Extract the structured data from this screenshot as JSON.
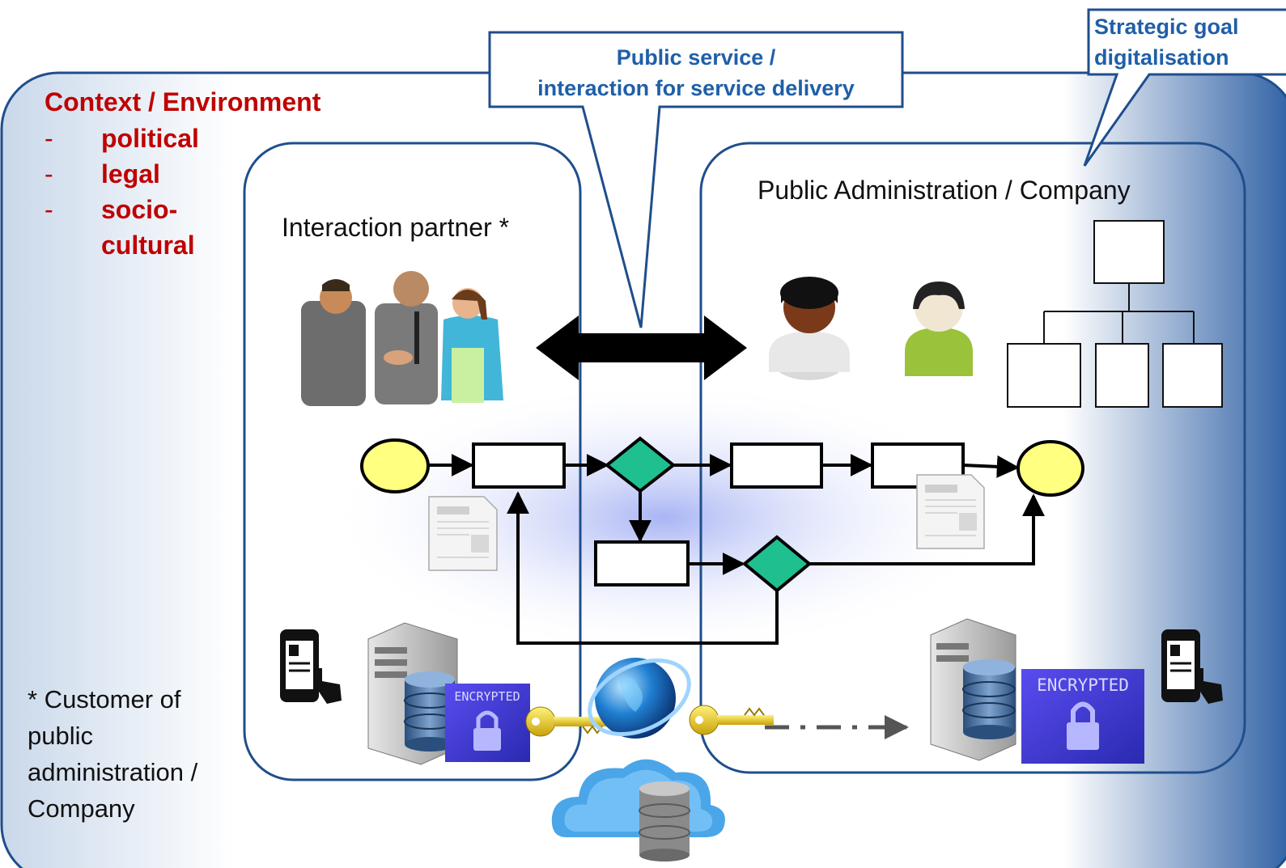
{
  "context": {
    "title": "Context / Environment",
    "items": [
      {
        "dash": "-",
        "label": "political"
      },
      {
        "dash": "-",
        "label": "legal"
      },
      {
        "dash": "-",
        "label": "socio-"
      },
      {
        "dash": "",
        "label": "cultural"
      }
    ]
  },
  "callouts": {
    "service": {
      "line1": "Public service /",
      "line2": "interaction for service delivery"
    },
    "strategic": {
      "line1": "Strategic goal",
      "line2": "digitalisation"
    }
  },
  "lanes": {
    "left": {
      "label": "Interaction partner *"
    },
    "right": {
      "label": "Public Administration / Company"
    }
  },
  "footnote": {
    "line1": "* Customer of",
    "line2": "public",
    "line3": "administration /",
    "line4": "Company"
  },
  "encrypted_label": "ENCRYPTED",
  "colors": {
    "frame_blue": "#1f4e8c",
    "callout_text": "#1f5fa8",
    "context_red": "#c00000",
    "event_yellow": "#ffff80",
    "gateway_green": "#1fbf8f",
    "encrypted_blue": "#3b3bd9"
  },
  "icons": [
    "handshake-people-icon",
    "user-dark-icon",
    "user-green-icon",
    "org-chart-icon",
    "document-icon",
    "mobile-phone-icon",
    "server-database-icon",
    "encrypted-lock-icon",
    "key-icon",
    "globe-icon",
    "cloud-database-icon"
  ]
}
